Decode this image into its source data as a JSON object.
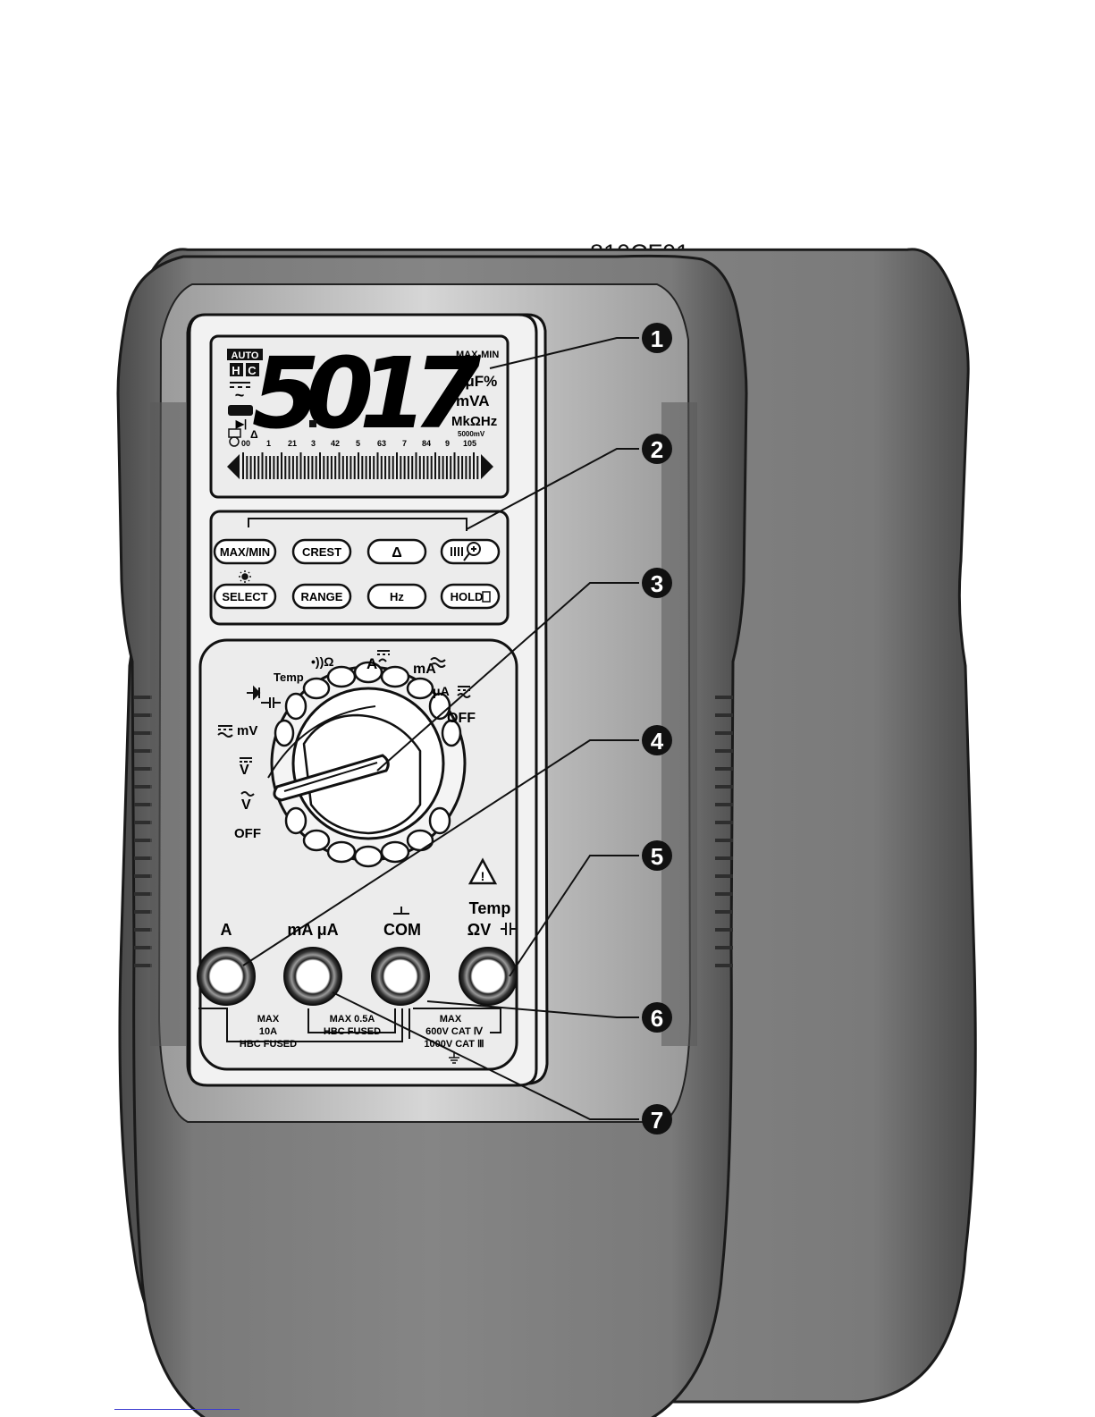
{
  "figure_id": "810CF01",
  "callouts": [
    "1",
    "2",
    "3",
    "4",
    "5",
    "6",
    "7"
  ],
  "lcd": {
    "main_digits": [
      "5",
      "0",
      "1",
      "7"
    ],
    "auto": "AUTO",
    "h": "H",
    "c": "C",
    "max_min": "MAX-MIN",
    "beep": "•))",
    "unit_row1": "nμF%",
    "unit_row2": "mVA",
    "unit_row3": "MkΩHz",
    "range_note": "5000mV",
    "delta": "Δ",
    "scale_labels": [
      "00",
      "1",
      "21",
      "3",
      "42",
      "5",
      "63",
      "7",
      "84",
      "9",
      "105"
    ]
  },
  "buttons": {
    "max_min": "MAX/MIN",
    "crest": "CREST",
    "relative": "Δ",
    "select": "SELECT",
    "range": "RANGE",
    "hz": "Hz",
    "hold": "HOLD"
  },
  "dial": {
    "temp": "Temp",
    "ohm": "•))Ω",
    "amp": "A",
    "milliamp": "mA",
    "microamp": "μA",
    "off_right": "OFF",
    "millivolt": "mV",
    "volt_dc": "V",
    "volt_ac": "V",
    "off_left": "OFF"
  },
  "jacks": {
    "a_label": "A",
    "ma_ua_label": "mA μA",
    "com_label": "COM",
    "temp_label": "Temp",
    "ohm_v_label": "ΩV",
    "a_rating": [
      "MAX",
      "10A",
      "HBC FUSED"
    ],
    "ma_rating": [
      "MAX 0.5A",
      "HBC FUSED"
    ],
    "v_rating": [
      "MAX",
      "600V   CAT Ⅳ",
      "1000V CAT Ⅲ"
    ]
  },
  "colors": {
    "holster": "#6b6b6b",
    "holster_dark": "#3a3a3a",
    "bezel": "#c9c9c9",
    "face": "#f2f2f2",
    "lcd": "#e8e8e8",
    "ink": "#111111"
  }
}
